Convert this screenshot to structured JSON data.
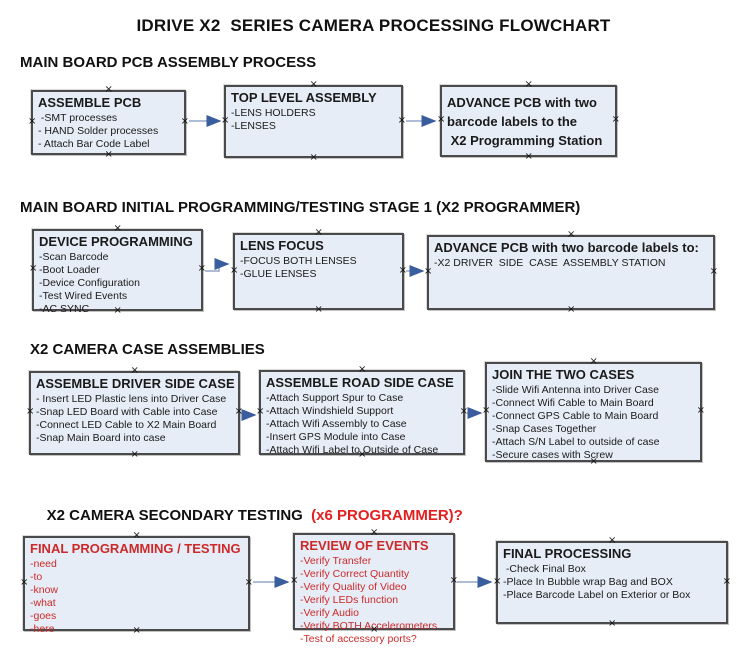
{
  "title": "IDRIVE X2  SERIES CAMERA PROCESSING FLOWCHART",
  "colors": {
    "box_fill": "#e7edf6",
    "box_border": "#4a4a4a",
    "red_text": "#cc2a2a",
    "red_header": "#e31f1f",
    "arrow_line": "#94a7c7",
    "arrow_head": "#3a5d9d"
  },
  "sections": [
    {
      "header": "MAIN BOARD PCB ASSEMBLY PROCESS",
      "boxes": [
        {
          "title": "ASSEMBLE PCB",
          "items": [
            " -SMT processes",
            "- HAND Solder processes",
            "- Attach Bar Code Label"
          ]
        },
        {
          "title": "TOP LEVEL ASSEMBLY",
          "items": [
            "-LENS HOLDERS",
            "-LENSES"
          ]
        },
        {
          "title": "ADVANCE PCB with two\nbarcode labels to the\n X2 Programming Station",
          "items": []
        }
      ]
    },
    {
      "header": "MAIN BOARD INITIAL PROGRAMMING/TESTING STAGE 1 (X2 PROGRAMMER)",
      "boxes": [
        {
          "title": "DEVICE PROGRAMMING",
          "items": [
            "-Scan Barcode",
            "-Boot Loader",
            "-Device Configuration",
            "-Test Wired Events",
            "-AC SYNC"
          ]
        },
        {
          "title": "LENS FOCUS",
          "items": [
            "-FOCUS BOTH LENSES",
            "-GLUE LENSES"
          ]
        },
        {
          "title": "ADVANCE PCB with two barcode labels to:",
          "items": [
            "-X2 DRIVER  SIDE  CASE  ASSEMBLY STATION"
          ]
        }
      ]
    },
    {
      "header": "X2 CAMERA CASE ASSEMBLIES",
      "boxes": [
        {
          "title": "ASSEMBLE DRIVER SIDE CASE",
          "items": [
            "- Insert LED Plastic lens into Driver Case",
            "-Snap LED Board with Cable into Case",
            "-Connect LED Cable to X2 Main Board",
            "-Snap Main Board into case"
          ]
        },
        {
          "title": "ASSEMBLE ROAD SIDE CASE",
          "items": [
            "-Attach Support Spur to Case",
            "-Attach Windshield Support",
            "-Attach Wifi Assembly to Case",
            "-Insert GPS Module into Case",
            "-Attach Wifi Label to Outside of Case"
          ]
        },
        {
          "title": "JOIN THE TWO CASES",
          "items": [
            "-Slide Wifi Antenna into Driver Case",
            "-Connect Wifi Cable to Main Board",
            "-Connect GPS Cable to Main Board",
            "-Snap Cases Together",
            "-Attach S/N Label to outside of case",
            "-Secure cases with Screw"
          ]
        }
      ]
    },
    {
      "header": "X2 CAMERA SECONDARY TESTING  ",
      "header_red": "(x6 PROGRAMMER)?",
      "boxes": [
        {
          "title": "FINAL PROGRAMMING / TESTING",
          "items": [
            "-need",
            "-to",
            "-know",
            "-what",
            "-goes",
            "-here"
          ]
        },
        {
          "title": "REVIEW OF EVENTS",
          "items": [
            "-Verify Transfer",
            "-Verify Correct Quantity",
            "-Verify Quality of Video",
            "-Verify LEDs function",
            "-Verify Audio",
            "-Verify BOTH Accelerometers",
            "-Test of accessory ports?"
          ]
        },
        {
          "title": "FINAL PROCESSING",
          "items": [
            " -Check Final Box",
            "-Place In Bubble wrap Bag and BOX",
            "-Place Barcode Label on Exterior or Box"
          ]
        }
      ]
    }
  ]
}
